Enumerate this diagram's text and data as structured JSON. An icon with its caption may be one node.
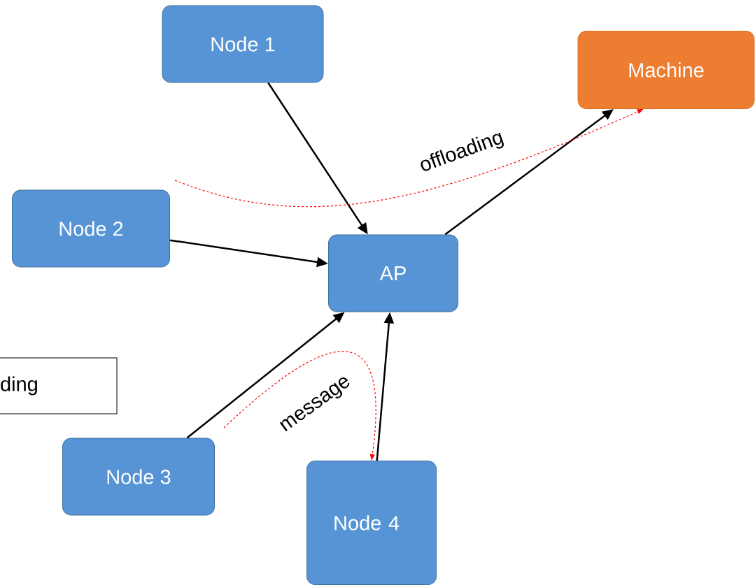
{
  "diagram": {
    "nodes": [
      {
        "text": [
          "Node 1"
        ]
      },
      {
        "text": [
          "Machine"
        ]
      },
      {
        "text": [
          "Node 2"
        ]
      },
      {
        "text": [
          "AP"
        ]
      },
      {
        "text": [
          "ding"
        ]
      },
      {
        "text": [
          "Node 3"
        ]
      },
      {
        "text": [
          "Node 4"
        ]
      }
    ],
    "edges": [
      {
        "from": 0,
        "to": 3,
        "arrow": "to"
      },
      {
        "from": 2,
        "to": 3,
        "arrow": "to"
      },
      {
        "from": 5,
        "to": 3,
        "arrow": "to"
      },
      {
        "from": 6,
        "to": 3,
        "arrow": "to"
      },
      {
        "from": 3,
        "to": 1,
        "arrow": "to"
      },
      {
        "from": null,
        "to": 1,
        "arrow": "to",
        "label": "offloading",
        "style": "dashed",
        "color": "#ff0000"
      },
      {
        "from": null,
        "to": 6,
        "arrow": "to",
        "label": "message",
        "style": "dashed",
        "color": "#ff0000"
      }
    ]
  }
}
